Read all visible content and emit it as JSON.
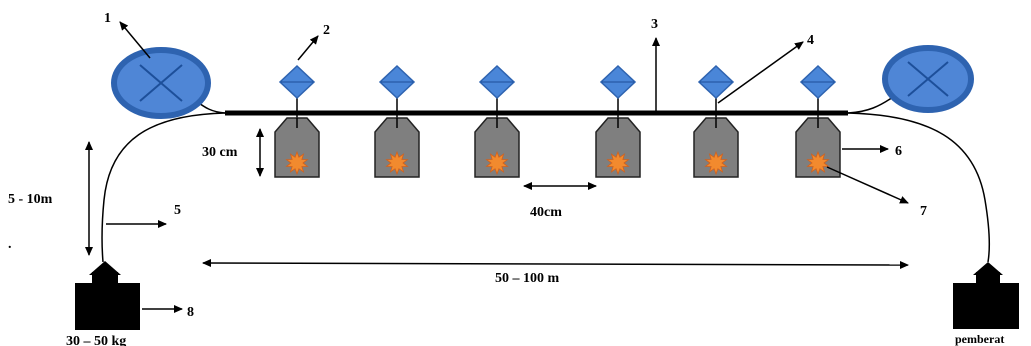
{
  "labels": {
    "n1": "1",
    "n2": "2",
    "n3": "3",
    "n4": "4",
    "n5": "5",
    "n6": "6",
    "n7": "7",
    "n8": "8",
    "height_30cm": "30 cm",
    "spacing_40cm": "40cm",
    "depth_5_10m": "5 - 10m",
    "length_50_100m": "50 – 100 m",
    "anchor_weight": "30 – 50 kg",
    "anchor_right": "pemberat",
    "dot": "."
  },
  "colors": {
    "float_fill": "#4f86d6",
    "float_ring": "#2e63b0",
    "buoy_fill": "#4a86d8",
    "bag_fill": "#7f7f7f",
    "bag_stroke": "#222222",
    "seed_fill": "#f28a2e",
    "line": "#000000"
  }
}
